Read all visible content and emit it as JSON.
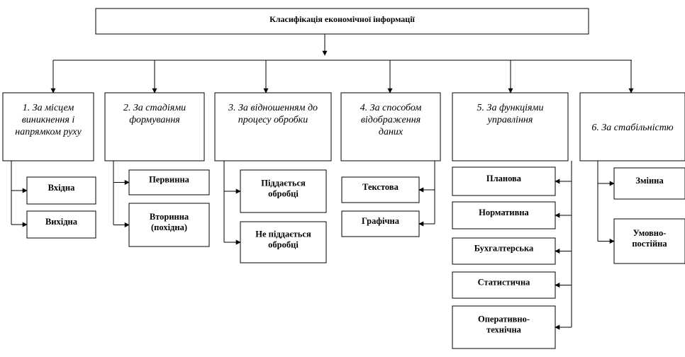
{
  "title": "Класифікація  економічної інформації",
  "categories": [
    {
      "label": [
        "1. За місцем",
        "виникнення і",
        "напрямком руху"
      ],
      "items": [
        [
          "Вхідна"
        ],
        [
          "Вихідна"
        ]
      ]
    },
    {
      "label": [
        "2. За стадіями",
        "формування"
      ],
      "items": [
        [
          "Первинна"
        ],
        [
          "Вторинна",
          "(похідна)"
        ]
      ]
    },
    {
      "label": [
        "3. За відношенням до",
        "процесу обробки"
      ],
      "items": [
        [
          "Піддається",
          "обробці"
        ],
        [
          "Не піддається",
          "обробці"
        ]
      ]
    },
    {
      "label": [
        "4. За способом",
        "відображення",
        "даних"
      ],
      "items": [
        [
          "Текстова"
        ],
        [
          "Графічна"
        ]
      ]
    },
    {
      "label": [
        "5. За функціями",
        "управління"
      ],
      "items": [
        [
          "Планова"
        ],
        [
          "Нормативна"
        ],
        [
          "Бухгалтерська"
        ],
        [
          "Статистична"
        ],
        [
          "Оперативно-",
          "технічна"
        ]
      ]
    },
    {
      "label": [
        "6. За стабільністю"
      ],
      "items": [
        [
          "Змінна"
        ],
        [
          "Умовно-",
          "постійна"
        ]
      ]
    }
  ]
}
